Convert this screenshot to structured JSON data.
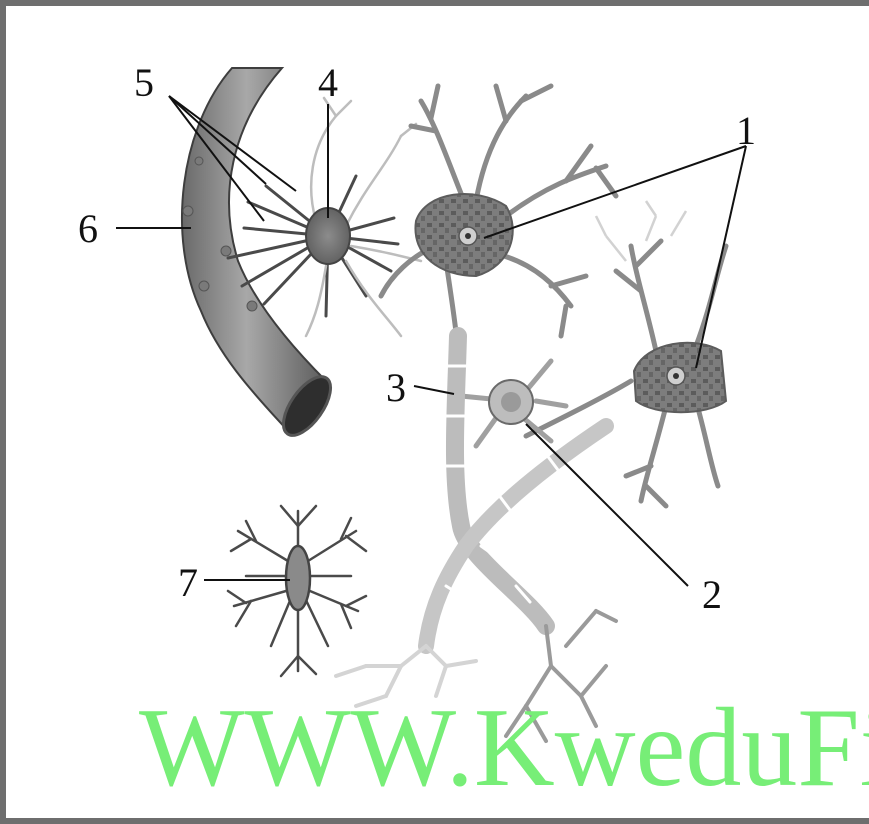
{
  "labels": {
    "l1": "1",
    "l2": "2",
    "l3": "3",
    "l4": "4",
    "l5": "5",
    "l6": "6",
    "l7": "7"
  },
  "watermark": "WWW.KweduFiles",
  "colors": {
    "frame": "#6e6e6e",
    "cell_dark": "#555555",
    "cell_mid": "#8a8a8a",
    "cell_light": "#b8b8b8",
    "cell_faint": "#d4d4d4",
    "watermark": "#77ee77"
  }
}
